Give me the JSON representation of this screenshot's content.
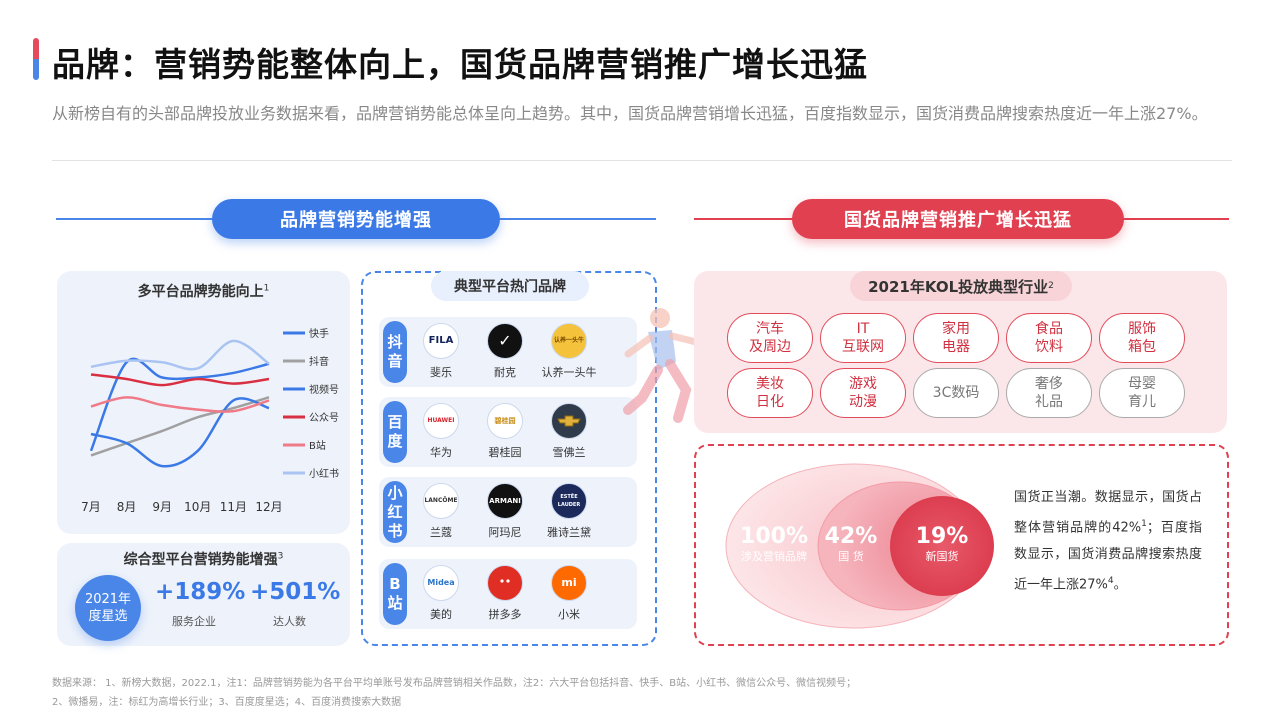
{
  "header": {
    "title": "品牌：营销势能整体向上，国货品牌营销推广增长迅猛",
    "description": "从新榜自有的头部品牌投放业务数据来看，品牌营销势能总体呈向上趋势。其中，国货品牌营销增长迅猛，百度指数显示，国货消费品牌搜索热度近一年上涨27%。"
  },
  "left_section": {
    "pill": "品牌营销势能增强",
    "chart_title": "多平台品牌势能向上",
    "chart_title_sup": "1",
    "stats_title": "综合型平台营销势能增强",
    "stats_title_sup": "3",
    "badge_line1": "2021年",
    "badge_line2": "度星选",
    "stat1_value": "+189%",
    "stat1_label": "服务企业",
    "stat2_value": "+501%",
    "stat2_label": "达人数"
  },
  "chart_data": {
    "type": "line",
    "title": "多平台品牌势能向上",
    "categories": [
      "7月",
      "8月",
      "9月",
      "10月",
      "11月",
      "12月"
    ],
    "series": [
      {
        "name": "快手",
        "color": "#3b7ae6",
        "values": [
          2.5,
          8.3,
          7.3,
          7.3,
          7.6,
          8.2
        ]
      },
      {
        "name": "抖音",
        "color": "#a0a0a0",
        "values": [
          2.2,
          3.0,
          3.8,
          4.7,
          5.3,
          6.0
        ]
      },
      {
        "name": "视频号",
        "color": "#3b7ae6",
        "values": [
          3.6,
          3.0,
          1.5,
          2.5,
          5.8,
          5.3
        ]
      },
      {
        "name": "公众号",
        "color": "#d92f42",
        "values": [
          7.5,
          7.2,
          6.8,
          7.2,
          6.9,
          7.2
        ]
      },
      {
        "name": "B站",
        "color": "#ef7a88",
        "values": [
          5.4,
          6.0,
          5.5,
          5.2,
          5.1,
          5.8
        ]
      },
      {
        "name": "小红书",
        "color": "#a9c4f2",
        "values": [
          8.0,
          8.4,
          8.3,
          7.9,
          9.7,
          8.2
        ]
      }
    ],
    "ylim": [
      0,
      11
    ],
    "grid": false,
    "legend": "right"
  },
  "middle_section": {
    "title": "典型平台热门品牌",
    "platforms": [
      {
        "name_chars": [
          "抖",
          "音"
        ],
        "brands": [
          {
            "name": "斐乐",
            "logo": "fila-logo",
            "logo_text": "FILA"
          },
          {
            "name": "耐克",
            "logo": "nike-logo",
            "logo_text": "✓"
          },
          {
            "name": "认养一头牛",
            "logo": "cow-logo",
            "logo_text": "认养一头牛"
          }
        ]
      },
      {
        "name_chars": [
          "百",
          "度"
        ],
        "brands": [
          {
            "name": "华为",
            "logo": "huawei-logo",
            "logo_text": "HUAWEI"
          },
          {
            "name": "碧桂园",
            "logo": "country-garden-logo",
            "logo_text": "碧桂园"
          },
          {
            "name": "雪佛兰",
            "logo": "chevrolet-logo",
            "logo_text": ""
          }
        ]
      },
      {
        "name_chars": [
          "小",
          "红",
          "书"
        ],
        "brands": [
          {
            "name": "兰蔻",
            "logo": "lancome-logo",
            "logo_text": "LANCÔME"
          },
          {
            "name": "阿玛尼",
            "logo": "armani-logo",
            "logo_text": "ARMANI"
          },
          {
            "name": "雅诗兰黛",
            "logo": "estee-lauder-logo",
            "logo_text": "ESTĒE LAUDER"
          }
        ]
      },
      {
        "name_chars": [
          "B",
          "站"
        ],
        "brands": [
          {
            "name": "美的",
            "logo": "midea-logo",
            "logo_text": "Midea"
          },
          {
            "name": "拼多多",
            "logo": "pinduoduo-logo",
            "logo_text": ""
          },
          {
            "name": "小米",
            "logo": "xiaomi-logo",
            "logo_text": "mi"
          }
        ]
      }
    ]
  },
  "right_section": {
    "pill": "国货品牌营销推广增长迅猛",
    "kol_title": "2021年KOL投放典型行业",
    "kol_title_sup": "2",
    "industries": [
      {
        "line1": "汽车",
        "line2": "及周边",
        "highlight": true
      },
      {
        "line1": "IT",
        "line2": "互联网",
        "highlight": true
      },
      {
        "line1": "家用",
        "line2": "电器",
        "highlight": true
      },
      {
        "line1": "食品",
        "line2": "饮料",
        "highlight": true
      },
      {
        "line1": "服饰",
        "line2": "箱包",
        "highlight": true
      },
      {
        "line1": "美妆",
        "line2": "日化",
        "highlight": true
      },
      {
        "line1": "游戏",
        "line2": "动漫",
        "highlight": true
      },
      {
        "line1": "3C数码",
        "line2": "",
        "highlight": false
      },
      {
        "line1": "奢侈",
        "line2": "礼品",
        "highlight": false
      },
      {
        "line1": "母婴",
        "line2": "育儿",
        "highlight": false
      }
    ],
    "rings": [
      {
        "value": "100%",
        "label": "涉及营销品牌"
      },
      {
        "value": "42%",
        "label": "国 货"
      },
      {
        "value": "19%",
        "label": "新国货"
      }
    ],
    "summary_1": "国货正当潮。数据显示，国货占整体营销品牌的42%",
    "summary_sup1": "1",
    "summary_2": "；百度指数显示，国货消费品牌搜索热度近一年上涨27%",
    "summary_sup2": "4",
    "summary_3": "。"
  },
  "footer": {
    "line1": "数据来源： 1、新榜大数据，2022.1，注1：品牌营销势能为各平台平均单账号发布品牌营销相关作品数，注2：六大平台包括抖音、快手、B站、小红书、微信公众号、微信视频号；",
    "line2": "2、微播易，注：标红为高增长行业；3、百度度星选；4、百度消费搜索大数据"
  },
  "colors": {
    "blue": "#3b7ae6",
    "red": "#e0404f",
    "light_blue_bg": "#eef3fb",
    "light_red_bg": "#fbe7e9"
  }
}
